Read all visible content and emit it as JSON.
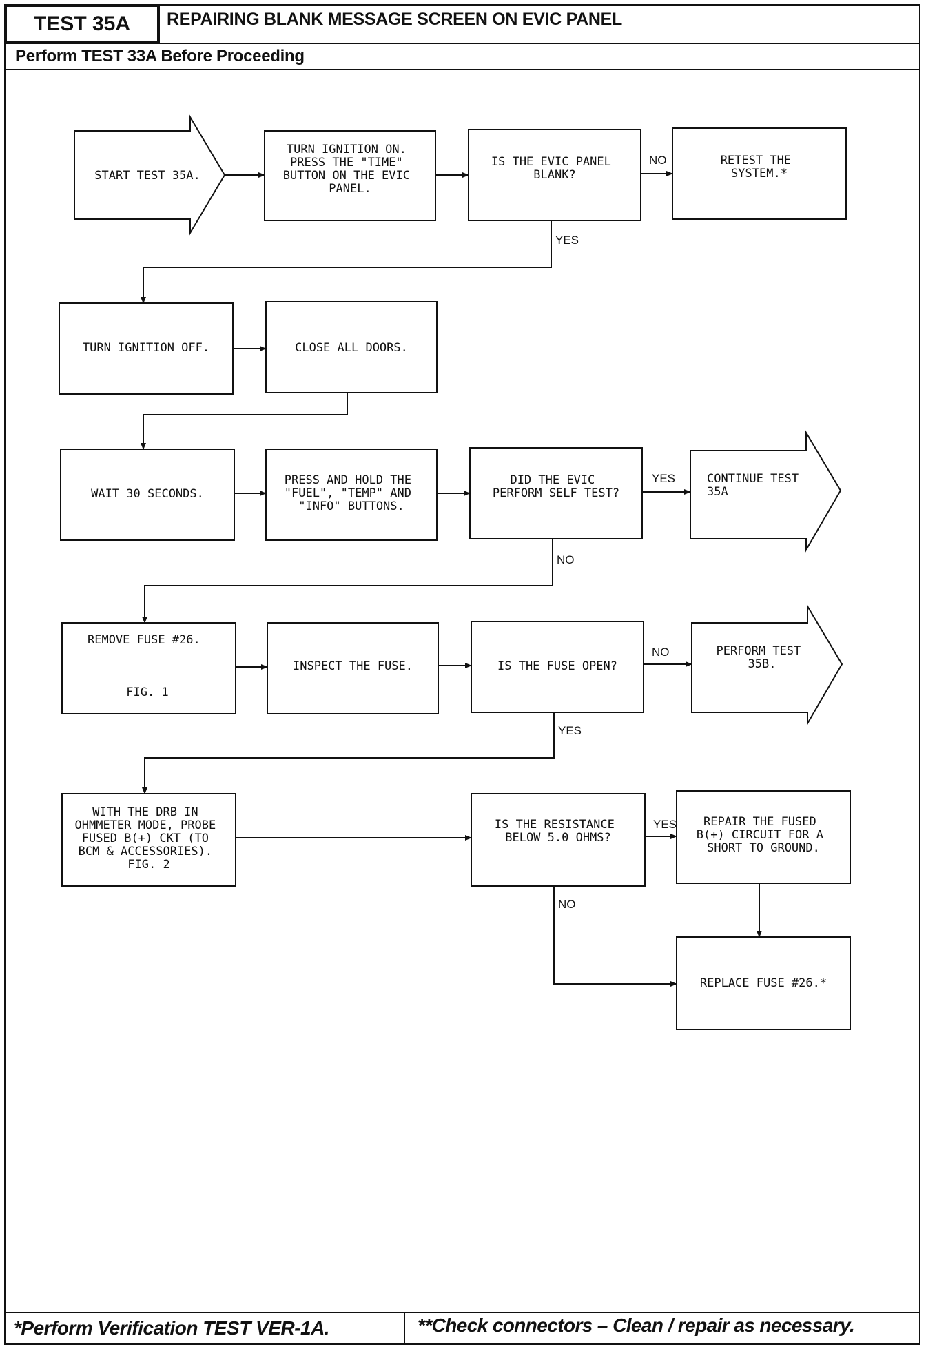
{
  "header": {
    "test_id": "TEST 35A",
    "title": "REPAIRING BLANK MESSAGE SCREEN ON EVIC PANEL",
    "subtitle": "Perform TEST 33A Before Proceeding"
  },
  "footer": {
    "left": "*Perform Verification TEST VER-1A.",
    "right": "**Check connectors – Clean / repair as necessary."
  },
  "flow": {
    "start": [
      "START TEST 35A."
    ],
    "turn_ign_on": [
      "TURN IGNITION ON.",
      "PRESS THE \"TIME\"",
      "BUTTON ON THE EVIC",
      "PANEL."
    ],
    "evic_blank": [
      "IS THE EVIC PANEL",
      "BLANK?"
    ],
    "retest": [
      "RETEST THE",
      "SYSTEM.*"
    ],
    "turn_ign_off": [
      "TURN IGNITION OFF."
    ],
    "close_doors": [
      "CLOSE ALL DOORS."
    ],
    "wait": [
      "WAIT 30 SECONDS."
    ],
    "press_hold": [
      "PRESS AND HOLD THE",
      "\"FUEL\", \"TEMP\" AND",
      "\"INFO\" BUTTONS."
    ],
    "self_test": [
      "DID THE EVIC",
      "PERFORM SELF TEST?"
    ],
    "continue": [
      "CONTINUE TEST",
      "35A"
    ],
    "remove_fuse": [
      "REMOVE FUSE #26."
    ],
    "remove_fuse_fig": "FIG. 1",
    "inspect_fuse": [
      "INSPECT THE FUSE."
    ],
    "fuse_open": [
      "IS THE FUSE OPEN?"
    ],
    "perform_35b": [
      "PERFORM TEST",
      "35B."
    ],
    "drb": [
      "WITH THE DRB IN",
      "OHMMETER MODE, PROBE",
      "FUSED B(+) CKT (TO",
      "BCM & ACCESSORIES).",
      "FIG. 2"
    ],
    "resistance": [
      "IS THE RESISTANCE",
      "BELOW 5.0 OHMS?"
    ],
    "repair": [
      "REPAIR THE FUSED",
      "B(+) CIRCUIT FOR A",
      "SHORT TO GROUND."
    ],
    "replace": [
      "REPLACE FUSE #26.*"
    ]
  },
  "labels": {
    "no": "NO",
    "yes": "YES"
  }
}
